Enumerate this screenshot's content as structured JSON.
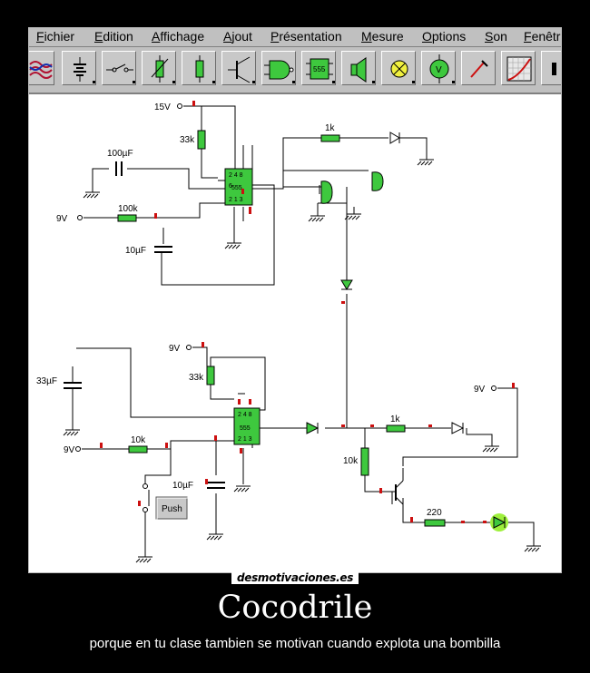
{
  "menu": [
    "Fichier",
    "Edition",
    "Affichage",
    "Ajout",
    "Présentation",
    "Mesure",
    "Options",
    "Son",
    "Fenêtre"
  ],
  "toolbar": {
    "tools": [
      "wires-tool",
      "battery-tool",
      "switch-tool",
      "variable-resistor-tool",
      "resistor-tool",
      "transistor-tool",
      "logic-gate-tool",
      "ic-555-tool",
      "speaker-tool",
      "lamp-tool",
      "voltmeter-tool",
      "probe-tool",
      "oscilloscope-tool",
      "more-tool"
    ]
  },
  "schematic": {
    "labels": {
      "v15": "15V",
      "r33k_top": "33k",
      "cap100": "100µF",
      "r1k_top": "1k",
      "v9_top": "9V",
      "r100k": "100k",
      "cap10_top": "10µF",
      "ic_top": "555",
      "v9_mid": "9V",
      "cap33": "33µF",
      "r33k_bot": "33k",
      "ic_bot": "555",
      "v9_right": "9V",
      "r1k_bot": "1k",
      "v9_bot": "9V",
      "r10k": "10k",
      "r10k_v": "10k",
      "cap10_bot": "10µF",
      "push": "Push",
      "r220": "220"
    },
    "colors": {
      "component": "#3ec83e",
      "terminal": "#cc1010",
      "wire": "#000000",
      "led_on": "#9ef03c"
    }
  },
  "footer": {
    "watermark": "desmotivaciones.es",
    "title": "Cocodrile",
    "caption": "porque en tu clase tambien se motivan cuando explota una bombilla"
  }
}
